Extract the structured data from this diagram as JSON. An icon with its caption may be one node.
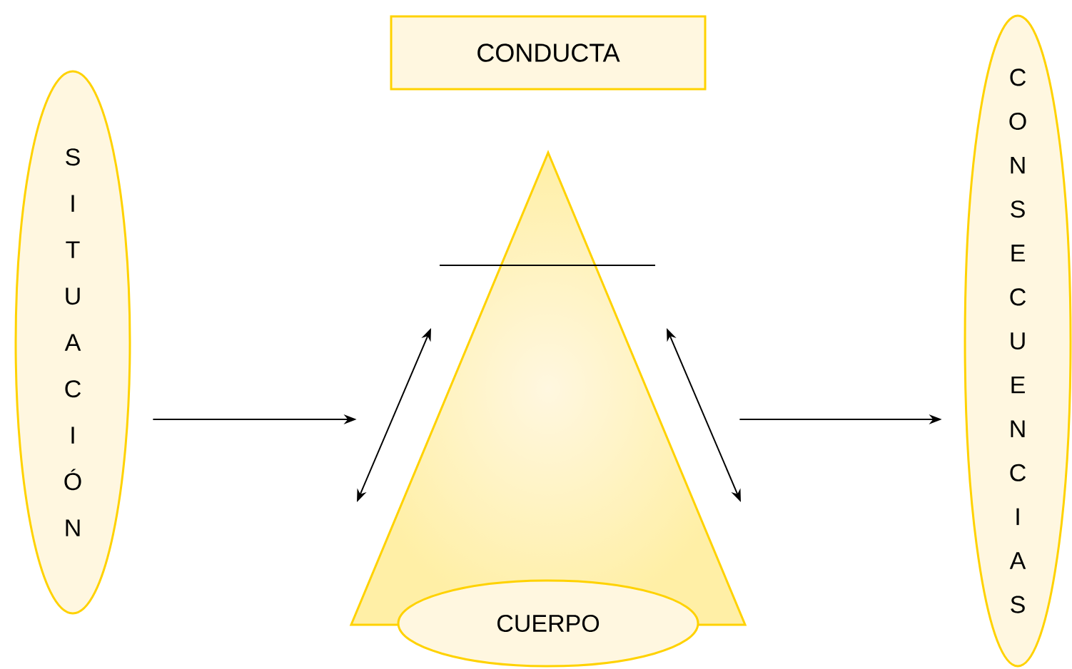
{
  "diagram": {
    "nodes": [
      {
        "text": [
          "CONDUCTA"
        ]
      },
      {
        "text": [
          "SITUACIÓN"
        ]
      },
      {
        "text": [],
        "shape": "triangle"
      },
      {
        "text": [
          "CUERPO"
        ]
      },
      {
        "text": [
          "CONSECUENCIAS"
        ]
      }
    ],
    "edges": [
      {
        "from": 1,
        "to": 2,
        "arrow": "to"
      },
      {
        "from": 2,
        "to": 4,
        "arrow": "to"
      }
    ]
  }
}
